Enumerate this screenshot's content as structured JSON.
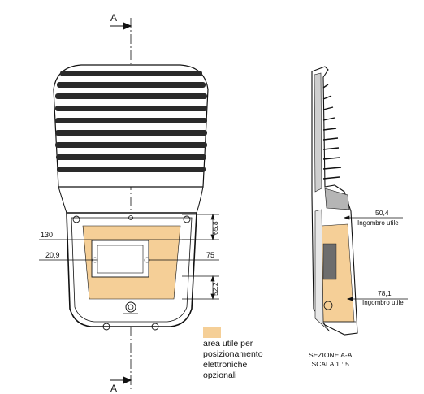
{
  "section_markers": {
    "top": "A",
    "bottom": "A"
  },
  "dimensions": {
    "width_130": "130",
    "width_20_9": "20,9",
    "width_75": "75",
    "height_65_8": "65,8",
    "height_52_2": "52,2",
    "side_50_4": "50,4",
    "side_50_4_label": "Ingombro utile",
    "side_78_1": "78,1",
    "side_78_1_label": "Ingombro utile"
  },
  "legend": {
    "color": "#f5cf97",
    "lines": [
      "area utile per",
      "posizionamento",
      "elettroniche",
      "opzionali"
    ]
  },
  "section_caption": {
    "line1": "SEZIONE A-A",
    "line2": "SCALA 1 : 5"
  }
}
